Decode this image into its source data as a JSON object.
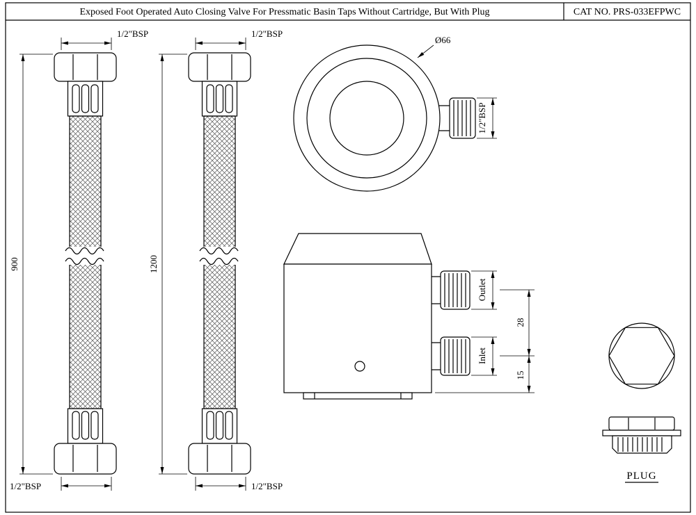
{
  "header": {
    "title": "Exposed Foot Operated Auto Closing Valve For Pressmatic Basin Taps Without Cartridge, But With Plug",
    "cat_no": "CAT NO. PRS-033EFPWC"
  },
  "hoses": {
    "left": {
      "length_label": "900",
      "top_thread": "1/2\"BSP",
      "bottom_thread": "1/2\"BSP"
    },
    "right": {
      "length_label": "1200",
      "top_thread": "1/2\"BSP",
      "bottom_thread": "1/2\"BSP"
    }
  },
  "valve_top": {
    "diameter": "Ø66",
    "thread": "1/2\"BSP"
  },
  "valve_front": {
    "outlet": "Outlet",
    "inlet": "Inlet",
    "center_distance": "28",
    "base_distance": "15"
  },
  "plug": {
    "caption": "PLUG"
  }
}
